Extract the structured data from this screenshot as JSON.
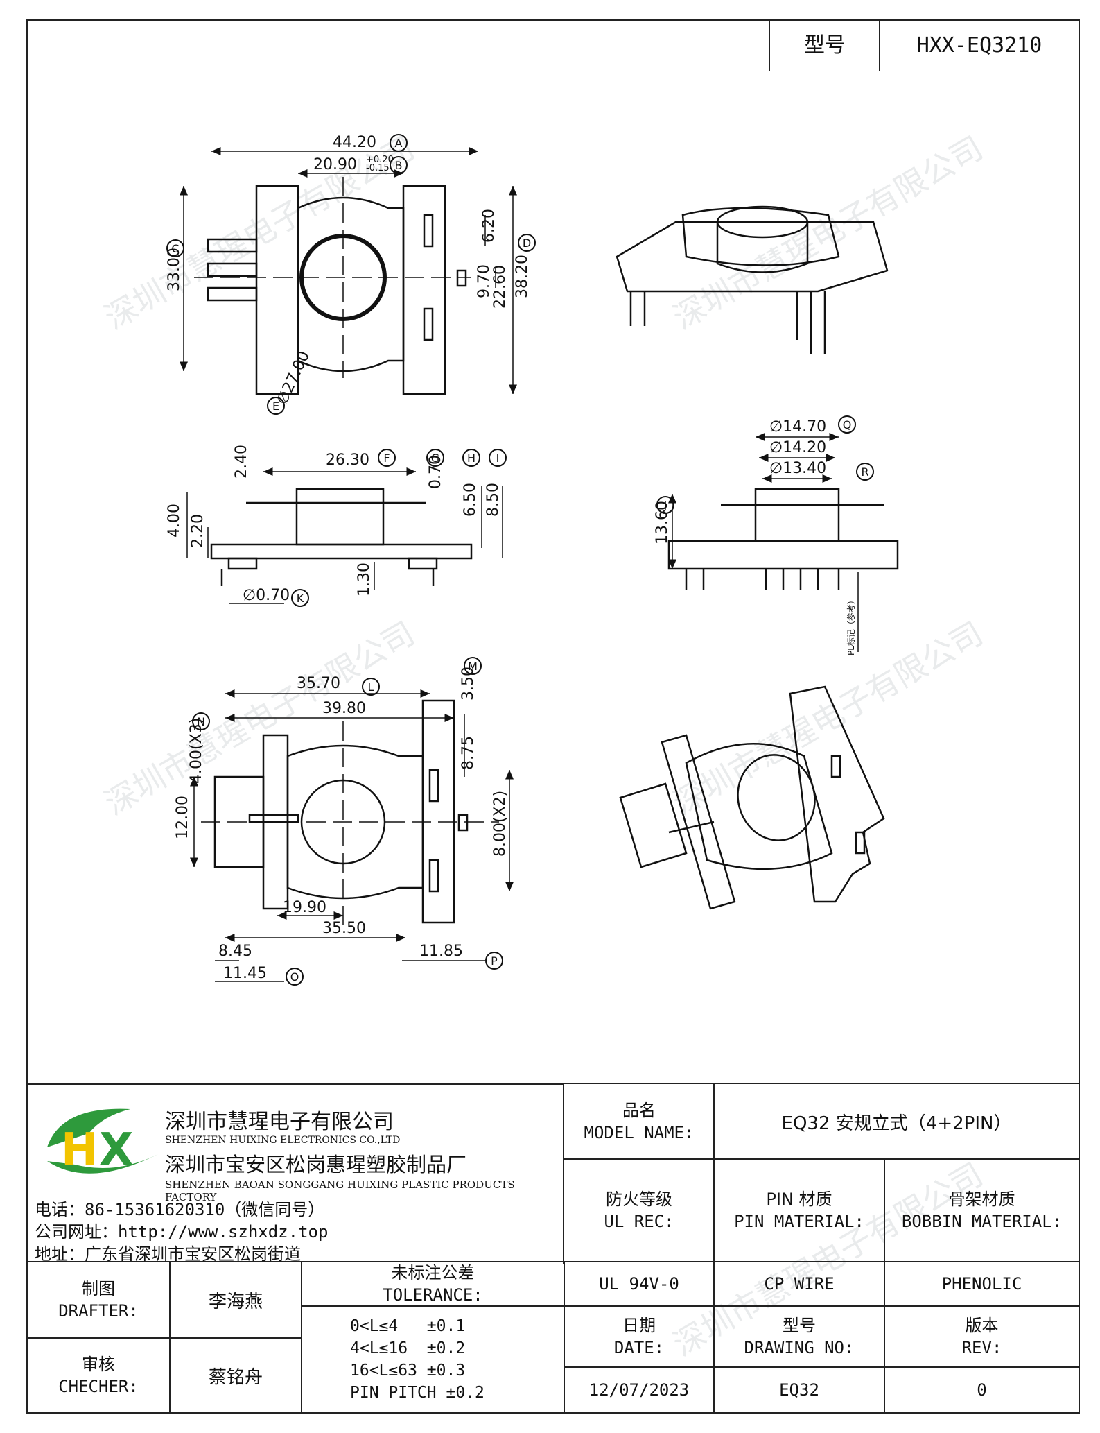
{
  "header": {
    "model_label": "型号",
    "model_value": "HXX-EQ3210"
  },
  "company": {
    "name_cn": "深圳市慧瑆电子有限公司",
    "name_en": "SHENZHEN HUIXING ELECTRONICS CO.,LTD",
    "factory_cn": "深圳市宝安区松岗惠瑆塑胶制品厂",
    "factory_en": "SHENZHEN BAOAN SONGGANG HUIXING PLASTIC PRODUCTS FACTORY",
    "phone": "电话：86-15361620310（微信同号）",
    "website": "公司网址：http://www.szhxdz.top",
    "address": "地址：广东省深圳市宝安区松岗街道",
    "logo_text": "HX",
    "logo_colors": {
      "green": "#2e9a3c",
      "yellow": "#f2c400"
    }
  },
  "watermark": "深圳市慧瑆电子有限公司",
  "title_block": {
    "product_name_label_cn": "品名",
    "product_name_label_en": "MODEL NAME:",
    "product_name_value": "EQ32 安规立式（4+2PIN）",
    "fire_label_cn": "防火等级",
    "fire_label_en": "UL REC:",
    "pin_mat_label_cn": "PIN 材质",
    "pin_mat_label_en": "PIN MATERIAL:",
    "bobbin_mat_label_cn": "骨架材质",
    "bobbin_mat_label_en": "BOBBIN MATERIAL:",
    "fire_value": "UL 94V-0",
    "pin_mat_value": "CP WIRE",
    "bobbin_mat_value": "PHENOLIC",
    "date_label_cn": "日期",
    "date_label_en": "DATE:",
    "drawing_no_label_cn": "型号",
    "drawing_no_label_en": "DRAWING NO:",
    "rev_label_cn": "版本",
    "rev_label_en": "REV:",
    "date_value": "12/07/2023",
    "drawing_no_value": "EQ32",
    "rev_value": "0",
    "drafter_label_cn": "制图",
    "drafter_label_en": "DRAFTER:",
    "drafter_value": "李海燕",
    "checker_label_cn": "审核",
    "checker_label_en": "CHECHER:",
    "checker_value": "蔡铭舟",
    "tolerance_label_cn": "未标注公差",
    "tolerance_label_en": "TOLERANCE:",
    "tolerances": [
      "0<L≤4   ±0.1",
      "4<L≤16  ±0.2",
      "16<L≤63 ±0.3",
      "PIN PITCH ±0.2"
    ]
  },
  "dimensions": {
    "top_view": [
      "44.20",
      "20.90",
      "+0.20",
      "-0.15",
      "33.00",
      "6.20",
      "9.70",
      "22.60",
      "38.20",
      "∅27.00"
    ],
    "top_view_markers": [
      "A",
      "B",
      "C",
      "D",
      "E"
    ],
    "front_view": [
      "26.30",
      "2.40",
      "0.70",
      "6.50",
      "8.50",
      "4.00",
      "2.20",
      "1.30",
      "∅0.70"
    ],
    "front_view_markers": [
      "F",
      "G",
      "H",
      "I",
      "K"
    ],
    "side_view": [
      "∅14.70",
      "∅14.20",
      "∅13.40",
      "13.60",
      "PL标记（参考）"
    ],
    "side_view_markers": [
      "Q",
      "R",
      "J"
    ],
    "bottom_view": [
      "35.70",
      "39.80",
      "3.50",
      "4.00(X3)",
      "8.75",
      "12.00",
      "8.00(X2)",
      "19.90",
      "35.50",
      "8.45",
      "11.45",
      "11.85"
    ],
    "bottom_view_markers": [
      "L",
      "M",
      "N",
      "O",
      "P"
    ]
  }
}
